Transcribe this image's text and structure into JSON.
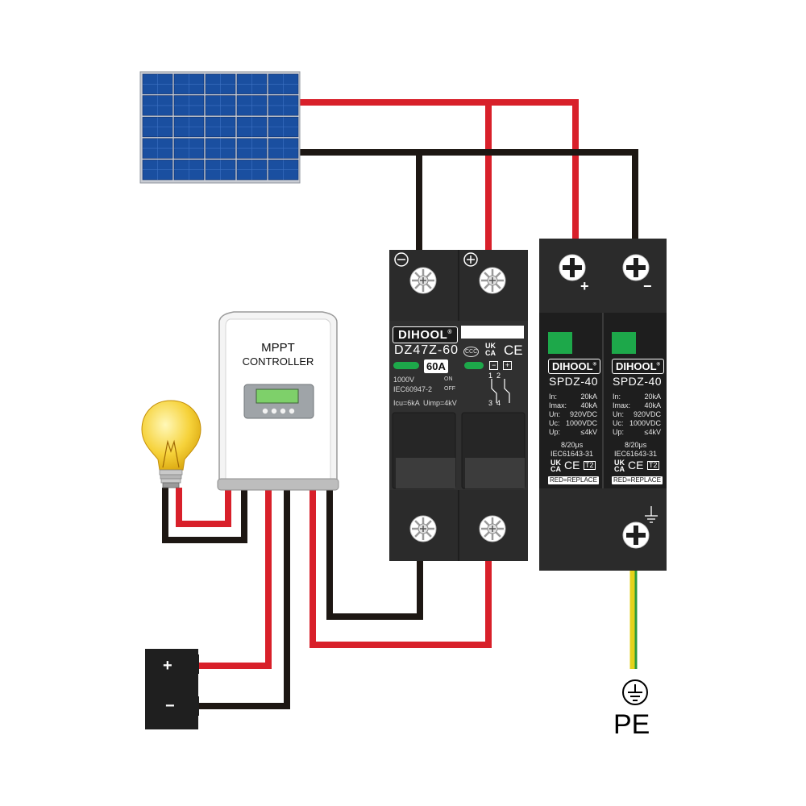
{
  "controller": {
    "line1": "MPPT",
    "line2": "CONTROLLER"
  },
  "breaker": {
    "brand": "DIHOOL",
    "trademark": "®",
    "model": "DZ47Z-60",
    "rating": "60A",
    "voltage": "1000V",
    "standard": "IEC60947-2",
    "icu": "Icu=6kA",
    "uimp": "Uimp=4kV",
    "on_label": "ON",
    "off_label": "OFF",
    "cert_ccc": "CCC",
    "cert_ukca_top": "UK",
    "cert_ukca_bottom": "CA",
    "cert_ce": "CE",
    "terminal_numbers_top": "1  2",
    "terminal_numbers_bottom": "3  4",
    "minus_symbol": "−",
    "plus_symbol": "+"
  },
  "spd": {
    "brand": "DIHOOL",
    "trademark": "®",
    "model": "SPDZ-40",
    "spec_labels": [
      "In:",
      "Imax:",
      "Un:",
      "Uc:",
      "Up:"
    ],
    "spec_values": [
      "20kA",
      "40kA",
      "920VDC",
      "1000VDC",
      "≤4kV"
    ],
    "waveform": "8/20μs",
    "standard": "IEC61643-31",
    "class": "T2",
    "cert_ukca_top": "UK",
    "cert_ukca_bottom": "CA",
    "cert_ce": "CE",
    "replace_label": "RED=REPLACE",
    "plus_symbol": "+",
    "minus_symbol": "−"
  },
  "battery": {
    "plus": "+",
    "minus": "−"
  },
  "ground": {
    "label": "PE"
  },
  "colors": {
    "positive_wire": "#d8202a",
    "negative_wire": "#1d1713",
    "ground_wire_a": "#e4d21a",
    "ground_wire_b": "#2c9a38",
    "device_body": "#2b2b2b",
    "indicator_green": "#1da84a",
    "panel_blue": "#1a4fa0"
  }
}
